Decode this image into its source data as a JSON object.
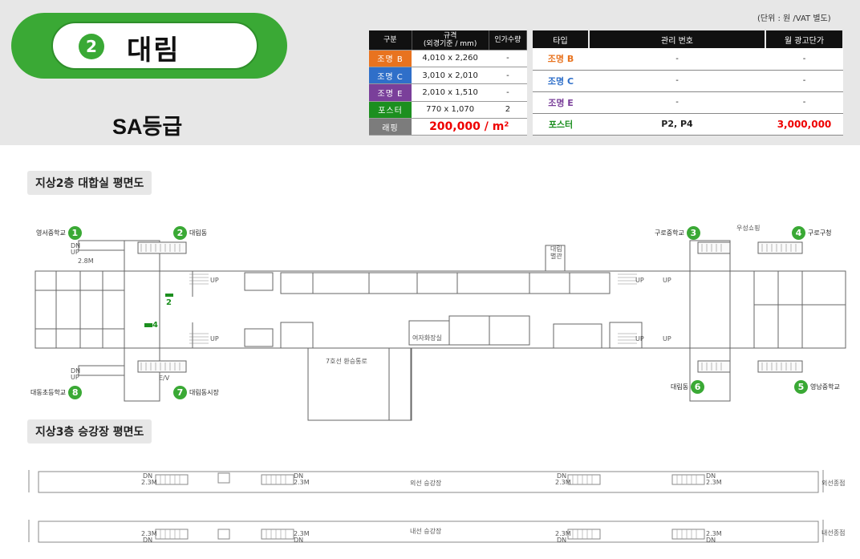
{
  "header": {
    "station_number": "2",
    "station_name": "대림",
    "grade": "SA등급",
    "unit_note": "(단위 : 원 /VAT 별도)"
  },
  "spec_table": {
    "headers": [
      "구분",
      "규격\n(외경기준 / mm)",
      "인가수량"
    ],
    "rows": [
      {
        "label": "조명 B",
        "size": "4,010 x 2,260",
        "qty": "-",
        "color": "#e8731f"
      },
      {
        "label": "조명 C",
        "size": "3,010 x 2,010",
        "qty": "-",
        "color": "#2f6fc9"
      },
      {
        "label": "조명 E",
        "size": "2,010 x 1,510",
        "qty": "-",
        "color": "#7a3f9a"
      },
      {
        "label": "포스터",
        "size": "770 x 1,070",
        "qty": "2",
        "color": "#1c8f1f"
      }
    ],
    "wrapping_label": "래핑",
    "wrapping_price": "200,000 / m²"
  },
  "ad_table": {
    "headers": [
      "타입",
      "관리 번호",
      "월 광고단가"
    ],
    "rows": [
      {
        "type": "조명 B",
        "id": "-",
        "price": "-"
      },
      {
        "type": "조명 C",
        "id": "-",
        "price": "-"
      },
      {
        "type": "조명 E",
        "id": "-",
        "price": "-"
      },
      {
        "type": "포스터",
        "id": "P2, P4",
        "price": "3,000,000"
      }
    ]
  },
  "sections": {
    "floor2_title": "지상2층 대합실 평면도",
    "floor3_title": "지상3층 승강장 평면도"
  },
  "floor2": {
    "exits": [
      {
        "num": "1",
        "name": "영서중학교"
      },
      {
        "num": "2",
        "name": "대림동"
      },
      {
        "num": "3",
        "name": "구로중학교"
      },
      {
        "num": "4",
        "name": "구로구청"
      },
      {
        "num": "5",
        "name": "영남중학교"
      },
      {
        "num": "6",
        "name": "대림동"
      },
      {
        "num": "7",
        "name": "대림동시장"
      },
      {
        "num": "8",
        "name": "대동초등학교"
      }
    ],
    "labels": {
      "dn": "DN",
      "up": "UP",
      "width_28": "2.8M",
      "mall": "우성쇼핑",
      "annex": "대림\n별관",
      "restroom_w": "여자화장실",
      "transfer": "7호선 환승통로",
      "ev": "E/V",
      "ad2": "2",
      "ad4": "4"
    }
  },
  "floor3": {
    "outer_platform": "외선 승강장",
    "inner_platform": "내선 승강장",
    "outer_end": "외선종점",
    "inner_end": "내선종점",
    "dn": "DN",
    "w23": "2.3M"
  }
}
